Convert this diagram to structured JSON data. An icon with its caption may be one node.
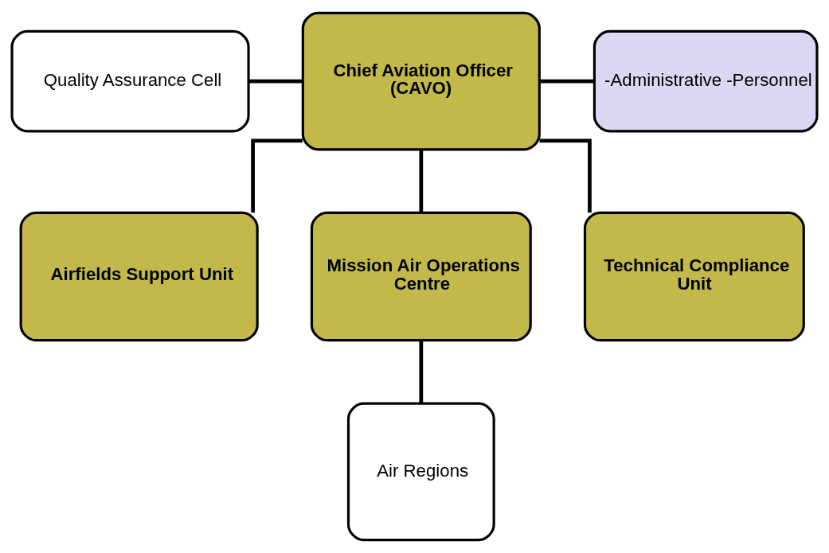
{
  "diagram": {
    "nodes": [
      {
        "text": [
          "Quality Assurance Cell"
        ]
      },
      {
        "text": [
          "Chief Aviation Officer (CAVO)"
        ]
      },
      {
        "text": [
          "-Administrative -Personnel"
        ]
      },
      {
        "text": [
          "Airfields Support Unit"
        ]
      },
      {
        "text": [
          "Mission Air Operations Centre"
        ]
      },
      {
        "text": [
          "Technical Compliance Unit"
        ]
      },
      {
        "text": [
          "Air Regions"
        ]
      }
    ],
    "edges": [
      {
        "from": 0,
        "to": 1,
        "arrow": "none"
      },
      {
        "from": 1,
        "to": 2,
        "arrow": "none"
      },
      {
        "from": 1,
        "to": 3,
        "arrow": "none"
      },
      {
        "from": 1,
        "to": 4,
        "arrow": "none"
      },
      {
        "from": 1,
        "to": 5,
        "arrow": "none"
      },
      {
        "from": 4,
        "to": 6,
        "arrow": "none"
      }
    ]
  }
}
